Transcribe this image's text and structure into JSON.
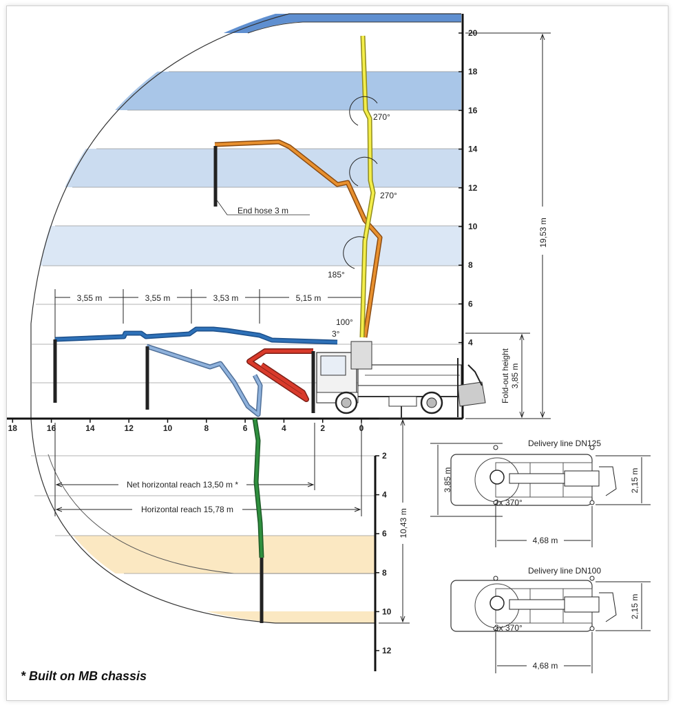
{
  "diagram": {
    "height_axis_ticks": [
      "20",
      "18",
      "16",
      "14",
      "12",
      "10",
      "8",
      "6",
      "4"
    ],
    "depth_axis_ticks": [
      "2",
      "4",
      "6",
      "8",
      "10",
      "12"
    ],
    "horizontal_axis_ticks": [
      "18",
      "16",
      "14",
      "12",
      "10",
      "8",
      "6",
      "4",
      "2",
      "0"
    ],
    "segment_lengths": [
      "3,55 m",
      "3,55 m",
      "3,53 m",
      "5,15 m"
    ],
    "rotation_angles": [
      "270°",
      "270°",
      "185°",
      "100°",
      "3°"
    ],
    "labels": {
      "end_hose": "End hose 3 m",
      "total_height": "19,53 m",
      "fold_out_label": "Fold-out height",
      "fold_out_value": "3,85 m",
      "depth_value": "10,43 m",
      "net_reach": "Net horizontal reach 13,50 m *",
      "horizontal_reach": "Horizontal reach 15,78 m"
    },
    "outrigger_dn125": {
      "title": "Delivery line DN125",
      "width_front": "3,85 m",
      "width_rear": "2,15 m",
      "rotation": "2x 370°",
      "length": "4,68 m"
    },
    "outrigger_dn100": {
      "title": "Delivery line DN100",
      "width_rear": "2,15 m",
      "rotation": "2x 370°",
      "length": "4,68 m"
    },
    "footnote": "* Built on MB chassis",
    "colors": {
      "band_dark": "#5f8fd0",
      "band_mid": "#a9c6e8",
      "band_light": "#dbe7f5",
      "sand": "#fbe8c2",
      "yellow_boom": "#f4ee4a",
      "orange_boom": "#e8902e",
      "blue_boom": "#2e71b8",
      "lightblue_boom": "#8fb2dc",
      "red_boom": "#d93a2b",
      "green_boom": "#2f8f3e"
    }
  }
}
